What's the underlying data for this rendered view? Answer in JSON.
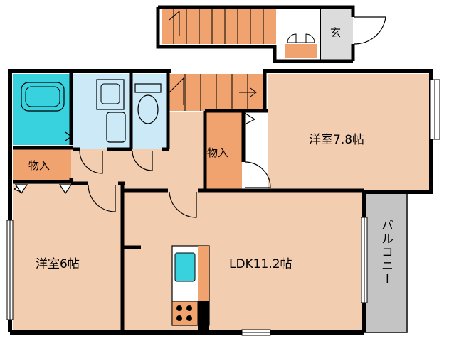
{
  "colors": {
    "room": "#f2cdb0",
    "storage": "#f0a36e",
    "bath": "#37d2dd",
    "wetarea": "#cbe9f6",
    "balcony": "#c4c4c4",
    "entrance": "#dcdcdc",
    "wall": "#000000",
    "stairs": "#f0a36e"
  },
  "rooms": {
    "western_78": "洋室7.8帖",
    "western_6": "洋室6帖",
    "ldk": "LDK11.2帖",
    "storage_left": "物入",
    "storage_mid": "物入",
    "balcony": "バルコニー",
    "entrance": "玄"
  }
}
